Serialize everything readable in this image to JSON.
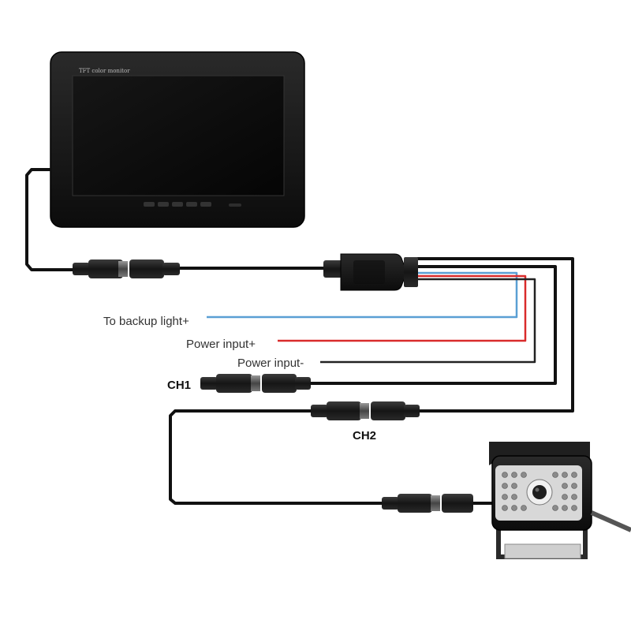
{
  "monitor": {
    "brand_text": "TFT color monitor"
  },
  "labels": {
    "backup_light": "To backup light+",
    "power_plus": "Power input+",
    "power_minus": "Power input-",
    "ch1": "CH1",
    "ch2": "CH2"
  },
  "colors": {
    "backup_wire": "#5a9fd4",
    "power_plus_wire": "#d92b2b",
    "power_minus_wire": "#222222",
    "cable": "#111111",
    "device_body": "#1b1b1b"
  }
}
